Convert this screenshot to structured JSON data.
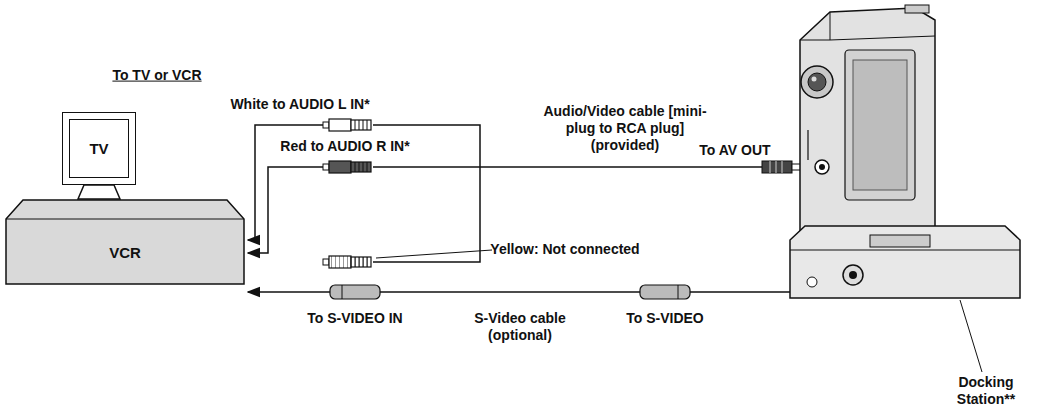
{
  "diagram": {
    "nodes": [
      {
        "text": [
          "TV"
        ]
      },
      {
        "text": [
          "VCR"
        ]
      }
    ],
    "labels": [
      "To TV or VCR",
      "White to AUDIO L IN*",
      "Red to AUDIO R IN*",
      "Audio/Video cable [mini-plug to RCA plug] (provided)",
      "To AV OUT",
      "Yellow: Not connected",
      "To S-VIDEO IN",
      "S-Video cable (optional)",
      "To S-VIDEO",
      "Docking Station**"
    ]
  }
}
